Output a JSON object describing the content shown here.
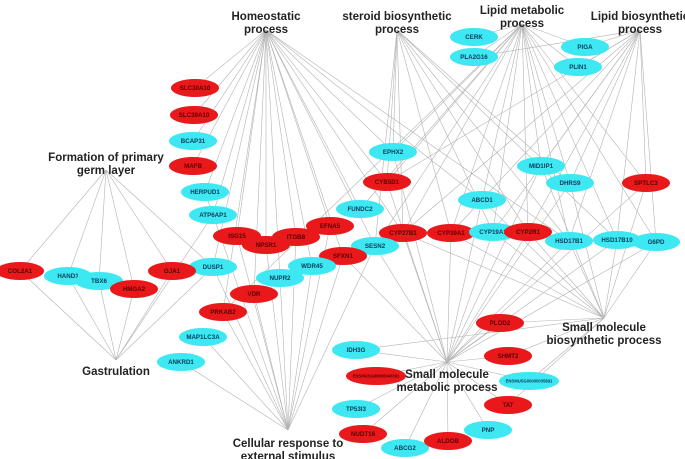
{
  "colors": {
    "up": "#e8181b",
    "down": "#3ee8f2",
    "edge": "#b3b3b3",
    "up_text": "#5a0000",
    "down_text": "#0a3a5a",
    "hub_text": "#222222"
  },
  "hubs": [
    {
      "id": "homeostatic",
      "lines": [
        "Homeostatic",
        "process"
      ]
    },
    {
      "id": "steroid",
      "lines": [
        "steroid biosynthetic",
        "process"
      ]
    },
    {
      "id": "lipid-metabolic",
      "lines": [
        "Lipid metabolic",
        "process"
      ]
    },
    {
      "id": "lipid-biosynthetic",
      "lines": [
        "Lipid biosynthetic",
        "process"
      ]
    },
    {
      "id": "germ-layer",
      "lines": [
        "Formation of primary",
        "germ layer"
      ]
    },
    {
      "id": "gastrulation",
      "lines": [
        "Gastrulation"
      ]
    },
    {
      "id": "small-molecule-biosynthetic",
      "lines": [
        "Small molecule",
        "biosynthetic process"
      ]
    },
    {
      "id": "small-molecule-metabolic",
      "lines": [
        "Small molecule",
        "metabolic process"
      ]
    },
    {
      "id": "cellular-response",
      "lines": [
        "Cellular response to",
        "external stimulus"
      ]
    }
  ],
  "genes": [
    {
      "id": "SLC30A10",
      "label": "SLC30A10",
      "reg": "up"
    },
    {
      "id": "SLC39A10",
      "label": "SLC39A10",
      "reg": "up"
    },
    {
      "id": "BCAP31",
      "label": "BCAP31",
      "reg": "down"
    },
    {
      "id": "MAFB",
      "label": "MAFB",
      "reg": "up"
    },
    {
      "id": "HERPUD1",
      "label": "HERPUD1",
      "reg": "down"
    },
    {
      "id": "ATP6AP1",
      "label": "ATP6AP1",
      "reg": "down"
    },
    {
      "id": "ISG15",
      "label": "ISG15",
      "reg": "up"
    },
    {
      "id": "NPSR1",
      "label": "NPSR1",
      "reg": "up"
    },
    {
      "id": "ITGB8",
      "label": "ITGB8",
      "reg": "up"
    },
    {
      "id": "EFNA5",
      "label": "EFNA5",
      "reg": "up"
    },
    {
      "id": "FUNDC2",
      "label": "FUNDC2",
      "reg": "down"
    },
    {
      "id": "EPHX2",
      "label": "EPHX2",
      "reg": "down"
    },
    {
      "id": "CYB5D1",
      "label": "CYB5D1",
      "reg": "up"
    },
    {
      "id": "CERK",
      "label": "CERK",
      "reg": "down"
    },
    {
      "id": "PLA2G16",
      "label": "PLA2G16",
      "reg": "down"
    },
    {
      "id": "PIGA",
      "label": "PIGA",
      "reg": "down"
    },
    {
      "id": "PLIN1",
      "label": "PLIN1",
      "reg": "down"
    },
    {
      "id": "MID1IP1",
      "label": "MID1IP1",
      "reg": "down"
    },
    {
      "id": "DHRS9",
      "label": "DHRS9",
      "reg": "down"
    },
    {
      "id": "SPTLC3",
      "label": "SPTLC3",
      "reg": "up"
    },
    {
      "id": "ABCD1",
      "label": "ABCD1",
      "reg": "down"
    },
    {
      "id": "CYP27B1",
      "label": "CYP27B1",
      "reg": "up"
    },
    {
      "id": "CYP39A1",
      "label": "CYP39A1",
      "reg": "up"
    },
    {
      "id": "CYP19A1",
      "label": "CYP19A1",
      "reg": "down"
    },
    {
      "id": "CYP2R1",
      "label": "CYP2R1",
      "reg": "up"
    },
    {
      "id": "HSD17B1",
      "label": "HSD17B1",
      "reg": "down"
    },
    {
      "id": "HSD17B10",
      "label": "HSD17B10",
      "reg": "down"
    },
    {
      "id": "G6PD",
      "label": "G6PD",
      "reg": "down"
    },
    {
      "id": "SESN2",
      "label": "SESN2",
      "reg": "down"
    },
    {
      "id": "SFXN1",
      "label": "SFXN1",
      "reg": "up"
    },
    {
      "id": "WDR45",
      "label": "WDR45",
      "reg": "down"
    },
    {
      "id": "NUPR2",
      "label": "NUPR2",
      "reg": "down"
    },
    {
      "id": "VDR",
      "label": "VDR",
      "reg": "up"
    },
    {
      "id": "DUSP1",
      "label": "DUSP1",
      "reg": "down"
    },
    {
      "id": "PRKAB2",
      "label": "PRKAB2",
      "reg": "up"
    },
    {
      "id": "MAP1LC3A",
      "label": "MAP1LC3A",
      "reg": "down"
    },
    {
      "id": "ANKRD1",
      "label": "ANKRD1",
      "reg": "down"
    },
    {
      "id": "COL2A1",
      "label": "COL2A1",
      "reg": "up"
    },
    {
      "id": "HAND1",
      "label": "HAND1",
      "reg": "down"
    },
    {
      "id": "TBX6",
      "label": "TBX6",
      "reg": "down"
    },
    {
      "id": "HMGA2",
      "label": "HMGA2",
      "reg": "up"
    },
    {
      "id": "GJA1",
      "label": "GJA1",
      "reg": "up"
    },
    {
      "id": "PLOD2",
      "label": "PLOD2",
      "reg": "up"
    },
    {
      "id": "SHMT2",
      "label": "SHMT2",
      "reg": "up"
    },
    {
      "id": "ENSMUSG00000051",
      "label": "ENSMUSG00000043391",
      "reg": "up"
    },
    {
      "id": "TAT",
      "label": "TAT",
      "reg": "up"
    },
    {
      "id": "IDH3G",
      "label": "IDH3G",
      "reg": "down"
    },
    {
      "id": "ENSMUSG00000035",
      "label": "ENSMUSG00000035891",
      "reg": "down"
    },
    {
      "id": "TP53I3",
      "label": "TP53I3",
      "reg": "down"
    },
    {
      "id": "NUDT16",
      "label": "NUDT16",
      "reg": "up"
    },
    {
      "id": "ABCG2",
      "label": "ABCG2",
      "reg": "down"
    },
    {
      "id": "ALDOB",
      "label": "ALDOB",
      "reg": "up"
    },
    {
      "id": "PNP",
      "label": "PNP",
      "reg": "down"
    }
  ],
  "edges": [
    [
      "homeostatic",
      "SLC30A10"
    ],
    [
      "homeostatic",
      "SLC39A10"
    ],
    [
      "homeostatic",
      "BCAP31"
    ],
    [
      "homeostatic",
      "MAFB"
    ],
    [
      "homeostatic",
      "HERPUD1"
    ],
    [
      "homeostatic",
      "ATP6AP1"
    ],
    [
      "homeostatic",
      "ISG15"
    ],
    [
      "homeostatic",
      "NPSR1"
    ],
    [
      "homeostatic",
      "ITGB8"
    ],
    [
      "homeostatic",
      "EFNA5"
    ],
    [
      "homeostatic",
      "FUNDC2"
    ],
    [
      "homeostatic",
      "EPHX2"
    ],
    [
      "homeostatic",
      "CYB5D1"
    ],
    [
      "homeostatic",
      "SESN2"
    ],
    [
      "homeostatic",
      "SFXN1"
    ],
    [
      "homeostatic",
      "WDR45"
    ],
    [
      "homeostatic",
      "NUPR2"
    ],
    [
      "homeostatic",
      "VDR"
    ],
    [
      "homeostatic",
      "DUSP1"
    ],
    [
      "homeostatic",
      "PRKAB2"
    ],
    [
      "homeostatic",
      "ABCD1"
    ],
    [
      "homeostatic",
      "CYP27B1"
    ],
    [
      "homeostatic",
      "HSD17B1"
    ],
    [
      "steroid",
      "EPHX2"
    ],
    [
      "steroid",
      "CYB5D1"
    ],
    [
      "steroid",
      "CYP27B1"
    ],
    [
      "steroid",
      "CYP39A1"
    ],
    [
      "steroid",
      "CYP19A1"
    ],
    [
      "steroid",
      "CYP2R1"
    ],
    [
      "steroid",
      "HSD17B1"
    ],
    [
      "steroid",
      "HSD17B10"
    ],
    [
      "steroid",
      "DHRS9"
    ],
    [
      "steroid",
      "SESN2"
    ],
    [
      "lipid-metabolic",
      "CERK"
    ],
    [
      "lipid-metabolic",
      "PLA2G16"
    ],
    [
      "lipid-metabolic",
      "PIGA"
    ],
    [
      "lipid-metabolic",
      "PLIN1"
    ],
    [
      "lipid-metabolic",
      "MID1IP1"
    ],
    [
      "lipid-metabolic",
      "DHRS9"
    ],
    [
      "lipid-metabolic",
      "SPTLC3"
    ],
    [
      "lipid-metabolic",
      "ABCD1"
    ],
    [
      "lipid-metabolic",
      "CYP27B1"
    ],
    [
      "lipid-metabolic",
      "CYP39A1"
    ],
    [
      "lipid-metabolic",
      "CYP19A1"
    ],
    [
      "lipid-metabolic",
      "CYP2R1"
    ],
    [
      "lipid-metabolic",
      "HSD17B1"
    ],
    [
      "lipid-metabolic",
      "HSD17B10"
    ],
    [
      "lipid-metabolic",
      "G6PD"
    ],
    [
      "lipid-metabolic",
      "EPHX2"
    ],
    [
      "lipid-metabolic",
      "CYB5D1"
    ],
    [
      "lipid-metabolic",
      "SESN2"
    ],
    [
      "lipid-metabolic",
      "FUNDC2"
    ],
    [
      "lipid-metabolic",
      "PRKAB2"
    ],
    [
      "lipid-biosynthetic",
      "PIGA"
    ],
    [
      "lipid-biosynthetic",
      "PLIN1"
    ],
    [
      "lipid-biosynthetic",
      "MID1IP1"
    ],
    [
      "lipid-biosynthetic",
      "DHRS9"
    ],
    [
      "lipid-biosynthetic",
      "SPTLC3"
    ],
    [
      "lipid-biosynthetic",
      "CYP27B1"
    ],
    [
      "lipid-biosynthetic",
      "CYP19A1"
    ],
    [
      "lipid-biosynthetic",
      "CYP2R1"
    ],
    [
      "lipid-biosynthetic",
      "HSD17B1"
    ],
    [
      "lipid-biosynthetic",
      "HSD17B10"
    ],
    [
      "lipid-biosynthetic",
      "G6PD"
    ],
    [
      "lipid-biosynthetic",
      "CYP39A1"
    ],
    [
      "lipid-biosynthetic",
      "PLA2G16"
    ],
    [
      "lipid-biosynthetic",
      "CYB5D1"
    ],
    [
      "germ-layer",
      "COL2A1"
    ],
    [
      "germ-layer",
      "HAND1"
    ],
    [
      "germ-layer",
      "TBX6"
    ],
    [
      "germ-layer",
      "HMGA2"
    ],
    [
      "germ-layer",
      "GJA1"
    ],
    [
      "germ-layer",
      "DUSP1"
    ],
    [
      "gastrulation",
      "COL2A1"
    ],
    [
      "gastrulation",
      "HAND1"
    ],
    [
      "gastrulation",
      "TBX6"
    ],
    [
      "gastrulation",
      "HMGA2"
    ],
    [
      "gastrulation",
      "GJA1"
    ],
    [
      "gastrulation",
      "DUSP1"
    ],
    [
      "gastrulation",
      "ATP6AP1"
    ],
    [
      "small-molecule-biosynthetic",
      "MID1IP1"
    ],
    [
      "small-molecule-biosynthetic",
      "DHRS9"
    ],
    [
      "small-molecule-biosynthetic",
      "SPTLC3"
    ],
    [
      "small-molecule-biosynthetic",
      "CYP27B1"
    ],
    [
      "small-molecule-biosynthetic",
      "CYP39A1"
    ],
    [
      "small-molecule-biosynthetic",
      "CYP19A1"
    ],
    [
      "small-molecule-biosynthetic",
      "CYP2R1"
    ],
    [
      "small-molecule-biosynthetic",
      "HSD17B1"
    ],
    [
      "small-molecule-biosynthetic",
      "HSD17B10"
    ],
    [
      "small-molecule-biosynthetic",
      "G6PD"
    ],
    [
      "small-molecule-biosynthetic",
      "PLOD2"
    ],
    [
      "small-molecule-biosynthetic",
      "SHMT2"
    ],
    [
      "small-molecule-biosynthetic",
      "ENSMUSG00000035"
    ],
    [
      "small-molecule-biosynthetic",
      "ABCD1"
    ],
    [
      "small-molecule-biosynthetic",
      "IDH3G"
    ],
    [
      "small-molecule-biosynthetic",
      "TAT"
    ],
    [
      "small-molecule-metabolic",
      "IDH3G"
    ],
    [
      "small-molecule-metabolic",
      "ENSMUSG00000051"
    ],
    [
      "small-molecule-metabolic",
      "TP53I3"
    ],
    [
      "small-molecule-metabolic",
      "NUDT16"
    ],
    [
      "small-molecule-metabolic",
      "ABCG2"
    ],
    [
      "small-molecule-metabolic",
      "ALDOB"
    ],
    [
      "small-molecule-metabolic",
      "PNP"
    ],
    [
      "small-molecule-metabolic",
      "TAT"
    ],
    [
      "small-molecule-metabolic",
      "SHMT2"
    ],
    [
      "small-molecule-metabolic",
      "PLOD2"
    ],
    [
      "small-molecule-metabolic",
      "ENSMUSG00000035"
    ],
    [
      "small-molecule-metabolic",
      "CYP27B1"
    ],
    [
      "small-molecule-metabolic",
      "CYP39A1"
    ],
    [
      "small-molecule-metabolic",
      "CYP19A1"
    ],
    [
      "small-molecule-metabolic",
      "CYP2R1"
    ],
    [
      "small-molecule-metabolic",
      "HSD17B1"
    ],
    [
      "small-molecule-metabolic",
      "HSD17B10"
    ],
    [
      "small-molecule-metabolic",
      "G6PD"
    ],
    [
      "small-molecule-metabolic",
      "MID1IP1"
    ],
    [
      "small-molecule-metabolic",
      "DHRS9"
    ],
    [
      "small-molecule-metabolic",
      "SPTLC3"
    ],
    [
      "small-molecule-metabolic",
      "ABCD1"
    ],
    [
      "small-molecule-metabolic",
      "EPHX2"
    ],
    [
      "small-molecule-metabolic",
      "CYB5D1"
    ],
    [
      "small-molecule-metabolic",
      "SESN2"
    ],
    [
      "small-molecule-metabolic",
      "SFXN1"
    ],
    [
      "cellular-response",
      "MAP1LC3A"
    ],
    [
      "cellular-response",
      "ANKRD1"
    ],
    [
      "cellular-response",
      "PRKAB2"
    ],
    [
      "cellular-response",
      "VDR"
    ],
    [
      "cellular-response",
      "NUPR2"
    ],
    [
      "cellular-response",
      "WDR45"
    ],
    [
      "cellular-response",
      "SFXN1"
    ],
    [
      "cellular-response",
      "SESN2"
    ],
    [
      "cellular-response",
      "DUSP1"
    ],
    [
      "cellular-response",
      "ISG15"
    ],
    [
      "cellular-response",
      "NPSR1"
    ],
    [
      "cellular-response",
      "HERPUD1"
    ],
    [
      "cellular-response",
      "ITGB8"
    ],
    [
      "cellular-response",
      "EFNA5"
    ]
  ]
}
